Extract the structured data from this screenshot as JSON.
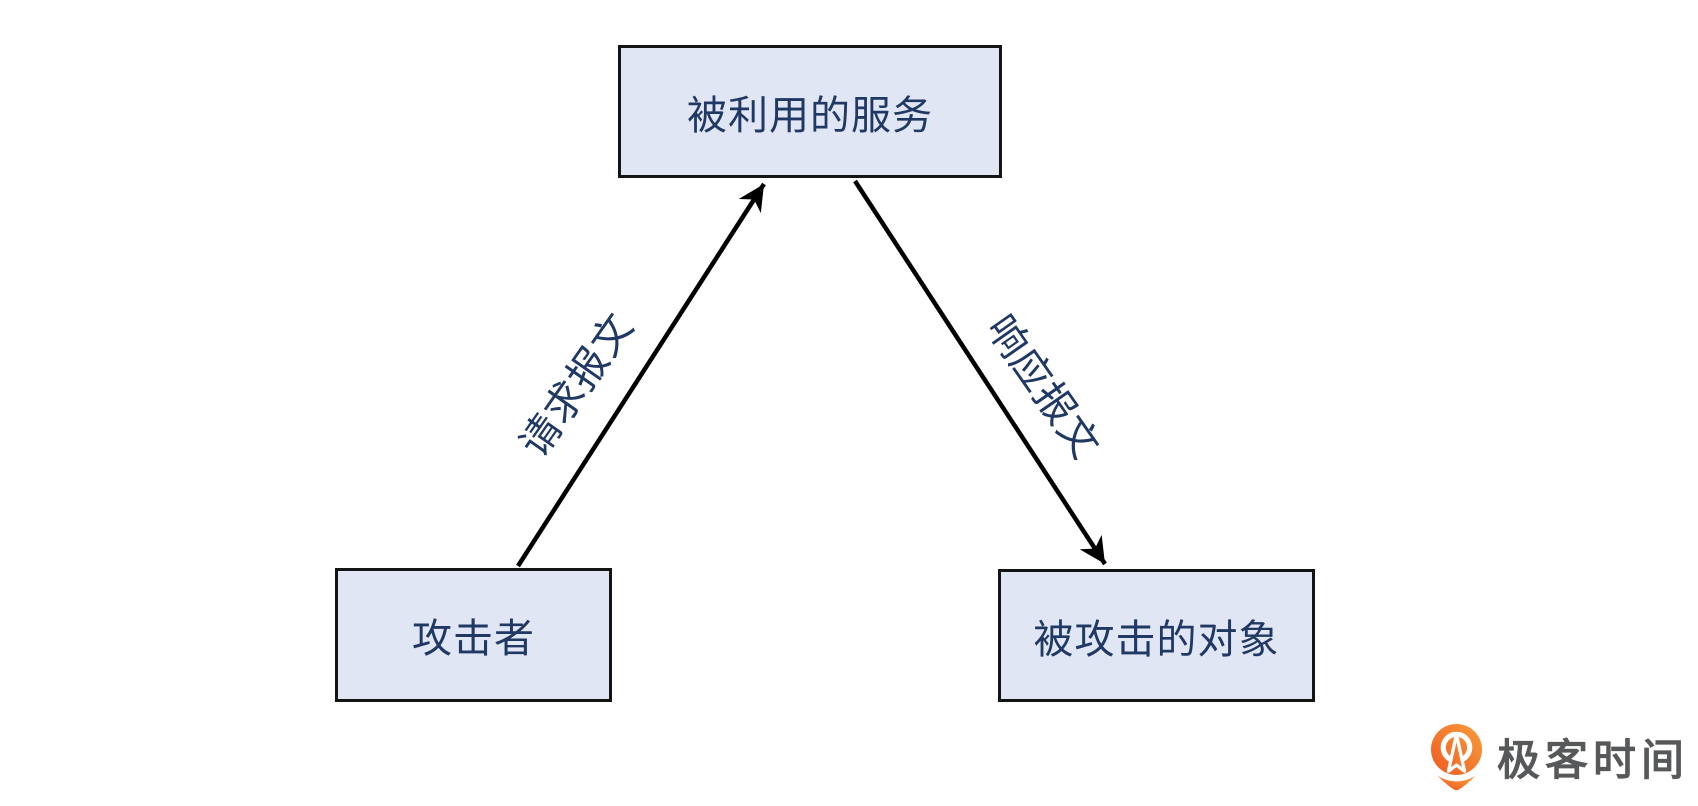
{
  "diagram": {
    "nodes": [
      {
        "id": "service",
        "label": "被利用的服务"
      },
      {
        "id": "attacker",
        "label": "攻击者"
      },
      {
        "id": "target",
        "label": "被攻击的对象"
      }
    ],
    "edges": [
      {
        "id": "request",
        "from": "attacker",
        "to": "service",
        "label": "请求报文"
      },
      {
        "id": "response",
        "from": "service",
        "to": "target",
        "label": "响应报文"
      }
    ],
    "colors": {
      "node_fill": "#e1e6f4",
      "node_border": "#141414",
      "node_text": "#1f3864",
      "arrow": "#000000"
    }
  },
  "branding": {
    "logo_icon": "geektime-pin-icon",
    "logo_text": "极客时间",
    "logo_text_color": "#57585a",
    "logo_orange_light": "#f99d3a",
    "logo_orange_dark": "#ee5a22"
  }
}
